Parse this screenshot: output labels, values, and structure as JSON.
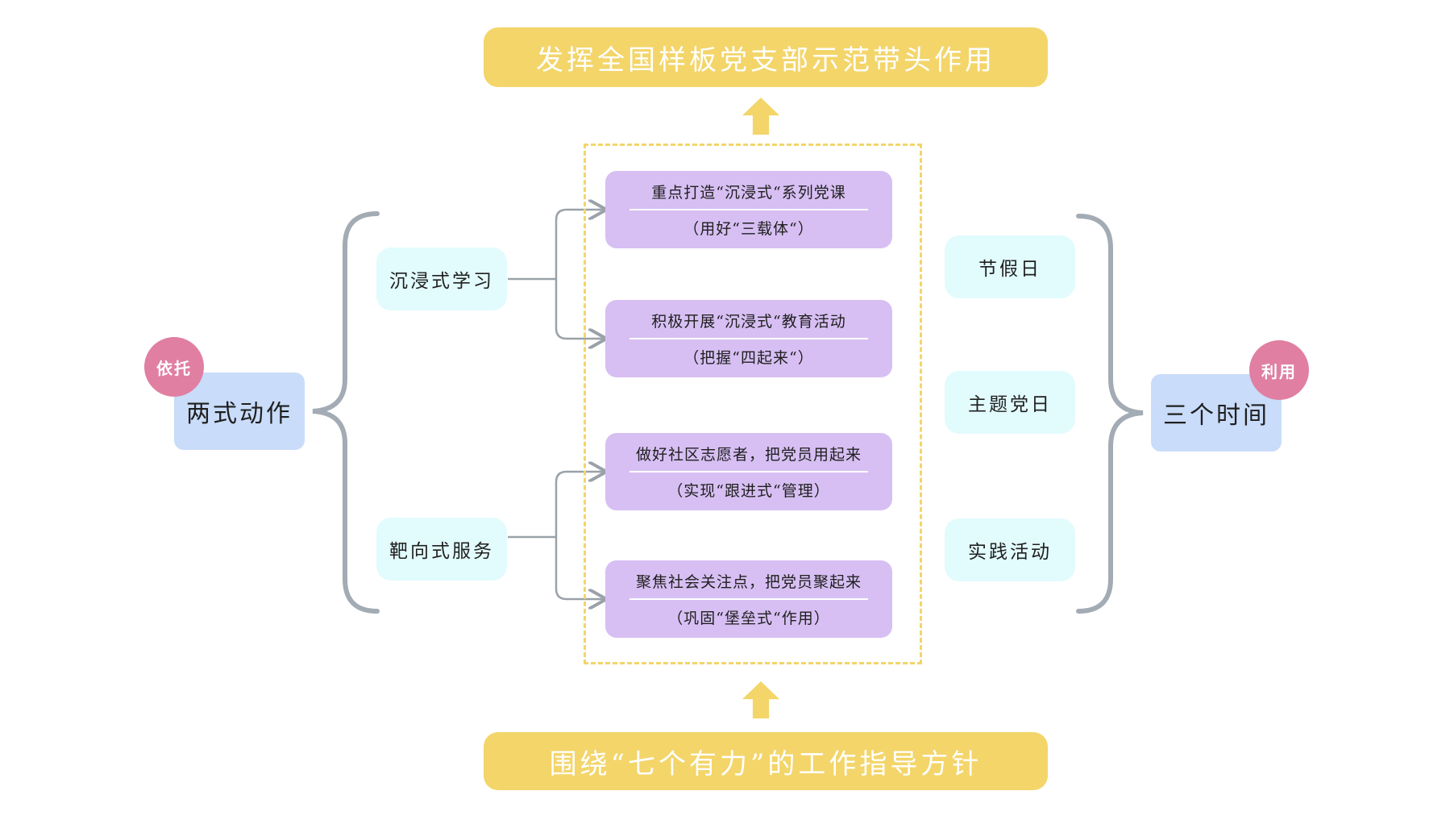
{
  "top_banner": "发挥全国样板党支部示范带头作用",
  "bottom_banner": "围绕“七个有力”的工作指导方针",
  "left": {
    "main": "两式动作",
    "badge": "依托",
    "branches": [
      "沉浸式学习",
      "靶向式服务"
    ]
  },
  "right": {
    "main": "三个时间",
    "badge": "利用",
    "items": [
      "节假日",
      "主题党日",
      "实践活动"
    ]
  },
  "center_boxes": [
    {
      "line1": "重点打造“沉浸式“系列党课",
      "line2": "（用好“三载体“）"
    },
    {
      "line1": "积极开展“沉浸式“教育活动",
      "line2": "（把握“四起来“）"
    },
    {
      "line1": "做好社区志愿者，把党员用起来",
      "line2": "（实现“跟进式“管理）"
    },
    {
      "line1": "聚焦社会关注点，把党员聚起来",
      "line2": "（巩固“堡垒式“作用）"
    }
  ],
  "colors": {
    "banner": "#f3d56a",
    "purple": "#d7bff3",
    "cyan": "#e2fbfd",
    "blue": "#c9dcfa",
    "pink": "#e07fa2",
    "bracket": "#a3abb4",
    "connector": "#9aa1a8"
  }
}
